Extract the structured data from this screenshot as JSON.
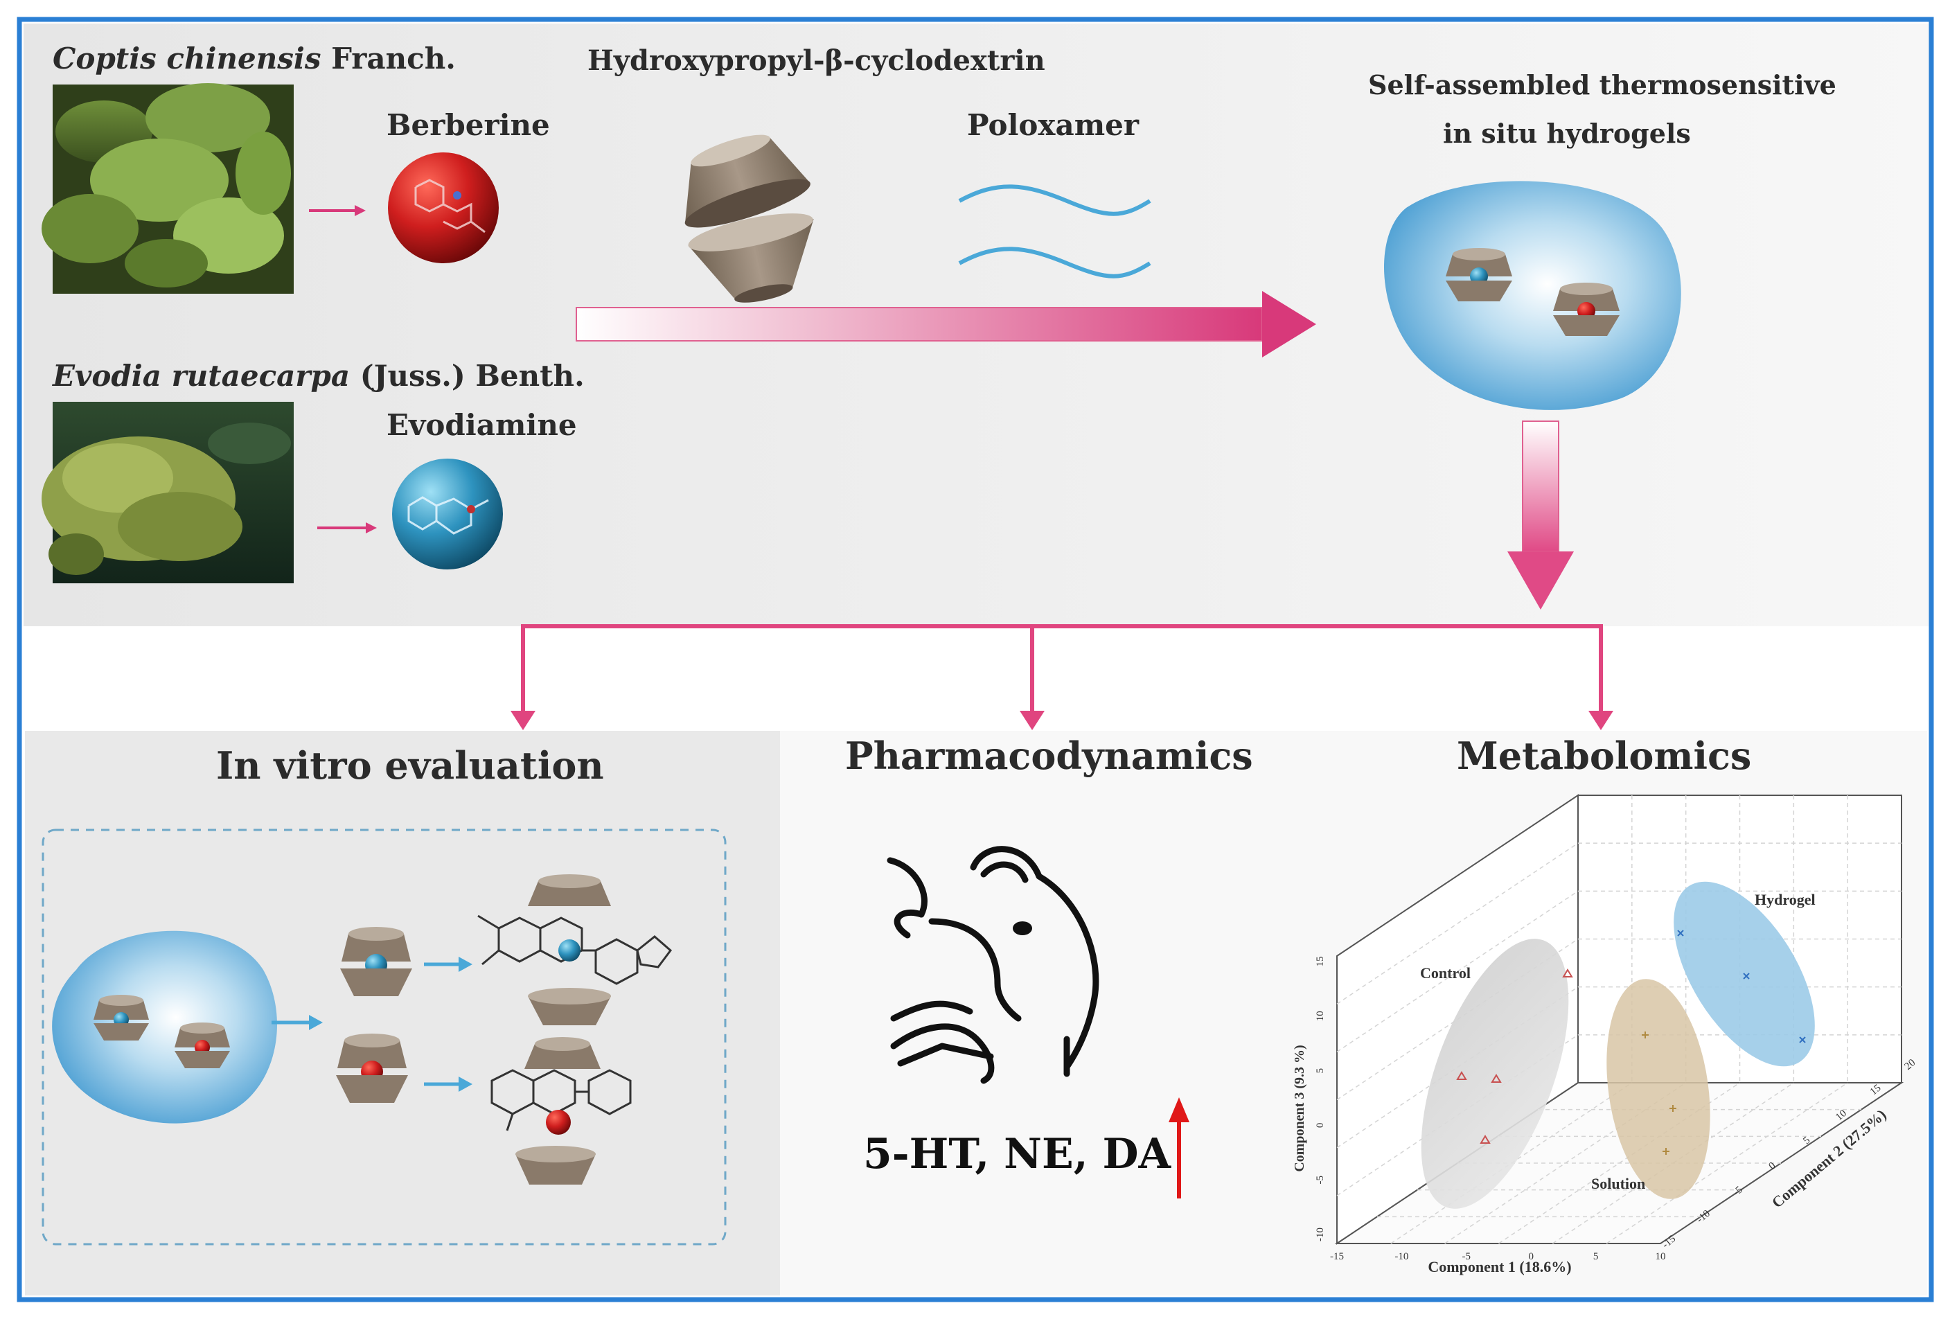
{
  "sources": {
    "coptis": {
      "italic": "Coptis chinensis",
      "rest": " Franch.",
      "compound": "Berberine"
    },
    "evodia": {
      "italic": "Evodia rutaecarpa",
      "rest": " (Juss.) Benth.",
      "compound": "Evodiamine"
    }
  },
  "carriers": {
    "cyclodextrin": "Hydroxypropyl-β-cyclodextrin",
    "poloxamer": "Poloxamer"
  },
  "product": {
    "line1": "Self-assembled thermosensitive",
    "line2": "in situ hydrogels"
  },
  "panels": {
    "in_vitro": "In vitro evaluation",
    "pharmacodynamics": "Pharmacodynamics",
    "metabolomics": "Metabolomics"
  },
  "neurotransmitters": "5-HT, NE, DA",
  "colors": {
    "frame": "#2a7fd4",
    "arrow_pink": "#e0457f",
    "hydrogel_blue": "#5aaedc",
    "berberine_red": "#c81e1e",
    "evodiamine_blue": "#2a8cb8",
    "cd_brown": "#8a7a6a",
    "poloxamer_line": "#4aa8d8"
  },
  "chart_data": {
    "type": "scatter",
    "xlabel": "Component 1 (18.6%)",
    "ylabel": "Component 2 (27.5%)",
    "zlabel": "Component 3 (9.3 %)",
    "x_ticks": [
      "-15",
      "-10",
      "-5",
      "0",
      "5",
      "10"
    ],
    "y_ticks": [
      "-15",
      "-10",
      "-5",
      "0",
      "5",
      "10",
      "15",
      "20"
    ],
    "z_ticks": [
      "-10",
      "-5",
      "0",
      "5",
      "10",
      "15"
    ],
    "groups": [
      {
        "name": "Control",
        "marker": "triangle",
        "color": "#c85050"
      },
      {
        "name": "Solution",
        "marker": "plus",
        "color": "#b08a40"
      },
      {
        "name": "Hydrogel",
        "marker": "x",
        "color": "#3070c0"
      }
    ]
  }
}
